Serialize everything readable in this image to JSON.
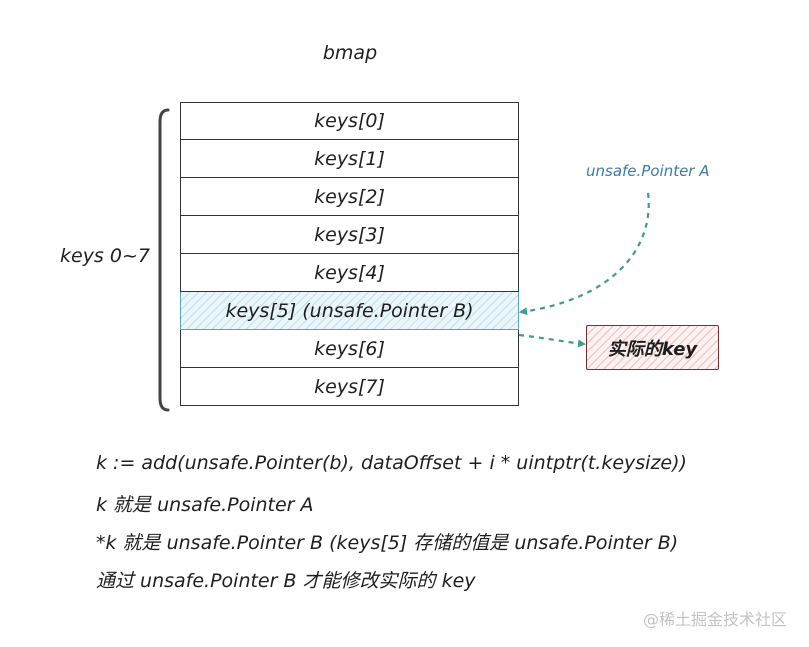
{
  "title": "bmap",
  "rows": [
    {
      "label": "keys[0]"
    },
    {
      "label": "keys[1]"
    },
    {
      "label": "keys[2]"
    },
    {
      "label": "keys[3]"
    },
    {
      "label": "keys[4]"
    },
    {
      "label": "keys[5] (unsafe.Pointer B)"
    },
    {
      "label": "keys[6]"
    },
    {
      "label": "keys[7]"
    }
  ],
  "brace_label": "keys 0~7",
  "pointer_a_label": "unsafe.Pointer A",
  "real_key_label": "实际的key",
  "notes": [
    "k := add(unsafe.Pointer(b), dataOffset + i * uintptr(t.keysize))",
    "k 就是 unsafe.Pointer A",
    "*k 就是 unsafe.Pointer B (keys[5] 存储的值是 unsafe.Pointer B)",
    "通过 unsafe.Pointer B 才能修改实际的 key"
  ],
  "watermark": "@稀土掘金技术社区",
  "colors": {
    "highlight_row": "#eaf6fb",
    "pointer_a": "#3a7ca8",
    "arrow": "#3f9a8f",
    "real_key_fill": "#fdf1f1",
    "real_key_border": "#7a2f2f"
  }
}
